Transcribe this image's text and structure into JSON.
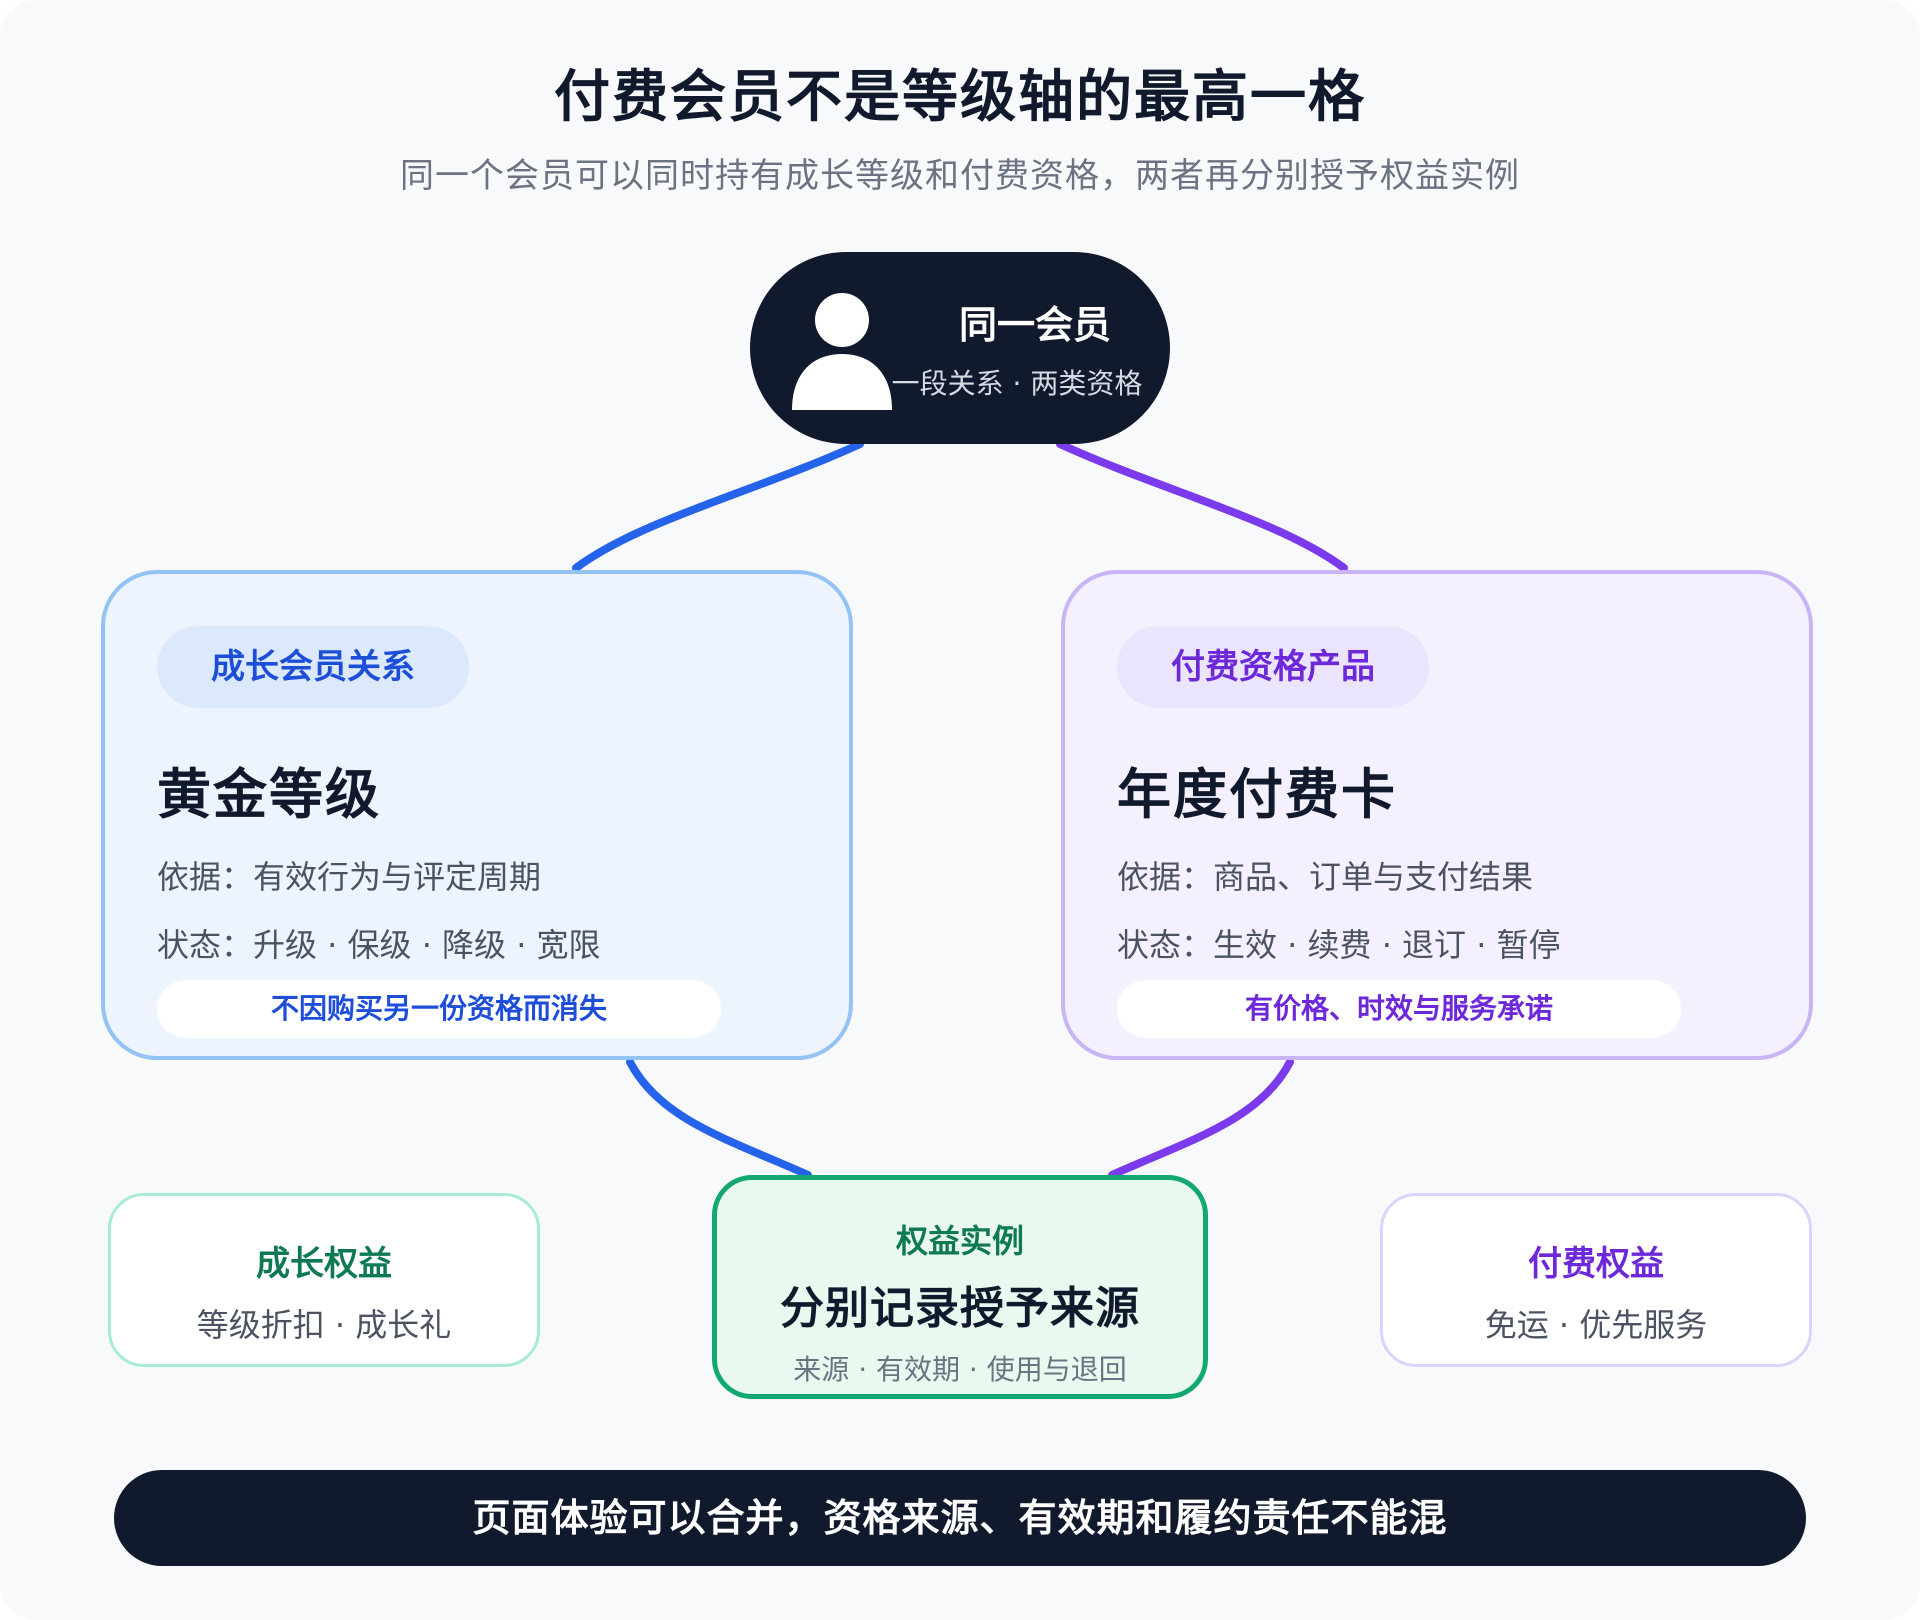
{
  "title": "付费会员不是等级轴的最高一格",
  "subtitle": "同一个会员可以同时持有成长等级和付费资格，两者再分别授予权益实例",
  "member": {
    "icon": "user-icon",
    "name": "同一会员",
    "sub": "一段关系 · 两类资格"
  },
  "growth_card": {
    "tag": "成长会员关系",
    "title": "黄金等级",
    "basis": "依据：有效行为与评定周期",
    "status": "状态：升级 · 保级 · 降级 · 宽限",
    "note": "不因购买另一份资格而消失"
  },
  "paid_card": {
    "tag": "付费资格产品",
    "title": "年度付费卡",
    "basis": "依据：商品、订单与支付结果",
    "status": "状态：生效 · 续费 · 退订 · 暂停",
    "note": "有价格、时效与服务承诺"
  },
  "growth_benefits": {
    "title": "成长权益",
    "items": "等级折扣 · 成长礼"
  },
  "entitlement": {
    "tag": "权益实例",
    "title": "分别记录授予来源",
    "sub": "来源 · 有效期 · 使用与退回"
  },
  "paid_benefits": {
    "title": "付费权益",
    "items": "免运 · 优先服务"
  },
  "footer": "页面体验可以合并，资格来源、有效期和履约责任不能混",
  "colors": {
    "dark": "#111a2c",
    "blue": "#2563eb",
    "purple": "#7c3aed",
    "green": "#13a870"
  }
}
